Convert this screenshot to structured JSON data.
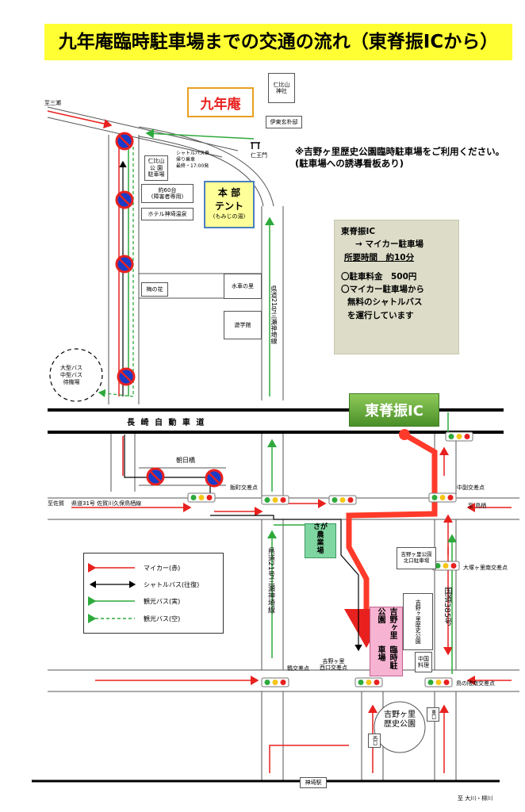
{
  "title": "九年庵臨時駐車場までの交通の流れ（東脊振ICから）",
  "labels": {
    "kunenan": "九年庵",
    "hombu_line1": "本 部",
    "hombu_line2": "テント",
    "hombu_sub": "(もみじの湯)",
    "nihiyama_shrine": "仁比山\n神社",
    "izu_restaurant": "伊東玄朴邸",
    "niomon": "仁王門",
    "nihiyama_park": "仁比山\n公 園\n駐車場",
    "shuttle_stop": "シャトルバス乗\n帰り乗車\n最終・17:00発",
    "disabled_parking": "約60台\n(障害者専用)",
    "hotel": "ホテル神埼温泉",
    "umenohana": "梅の花",
    "suisha": "水車の里",
    "yugakukan": "遊学館",
    "to_mitsuse": "至三瀬",
    "big_bus": "大型バス\n中型バス\n待機場",
    "expressway": "長 崎 自 動 車 道",
    "higashisefuri_ic": "東脊振IC",
    "asahibashi": "朝日橋",
    "iimachi": "飯町交差点",
    "nakasoe": "中副交差点",
    "to_saga_route": "至佐賀",
    "kendo31": "県道31号 佐賀川久保鳥栖線",
    "to_tosu": "至 鳥栖",
    "kendo21_north": "県道21号三瀬神埼線",
    "kendo21_south": "県道21号三瀬神埼線",
    "saga_market": "さが\n農\n業\n場",
    "yoshinogari_north": "吉野ヶ里公園\n北口駐車場",
    "otsukagari": "大塚ヶ里南交差点",
    "route385": "国道385号",
    "temp_parking": "臨時駐車場",
    "temp_parking_park": "吉野ヶ里公園",
    "history_park_small": "吉野ヶ里歴史公園",
    "chugoku_ryori": "中国料理",
    "tsuru": "鶴交差点",
    "yoshinogari_west": "吉野ヶ里\n西口交差点",
    "torinokuma": "鳥の隈南交差点",
    "history_park_big": "吉野ヶ里\n歴史公園",
    "east_gate": "東口",
    "west_gate": "西口",
    "kanzaki_station": "神埼駅",
    "to_okawa": "至 大川・柳川"
  },
  "notice": "※吉野ヶ里歴史公園臨時駐車場をご利用ください。(駐車場への誘導看板あり)",
  "info_box": {
    "line1": "東脊振IC",
    "line2": "→ マイカー駐車場",
    "line3": "所要時間　約10分",
    "line4": "〇駐車料金　500円",
    "line5": "〇マイカー駐車場から",
    "line6": "無料のシャトルバス",
    "line7": "を運行しています"
  },
  "legend": {
    "car": "マイカー(赤)",
    "shuttle": "シャトルバス(往復)",
    "tour_bus": "観光バス(実)",
    "tour_bus_empty": "観光バス(空)"
  },
  "colors": {
    "car": "#e8211f",
    "shuttle": "#000000",
    "tour_bus": "#2eaa3c",
    "highlight": "#ff3a2a",
    "title_bg": "#ffff33",
    "ic_sign": "#5aa032",
    "parking_pink": "#f7b3d2",
    "market_green": "#7fd6a0",
    "no_parking": "#1a3cc8"
  }
}
